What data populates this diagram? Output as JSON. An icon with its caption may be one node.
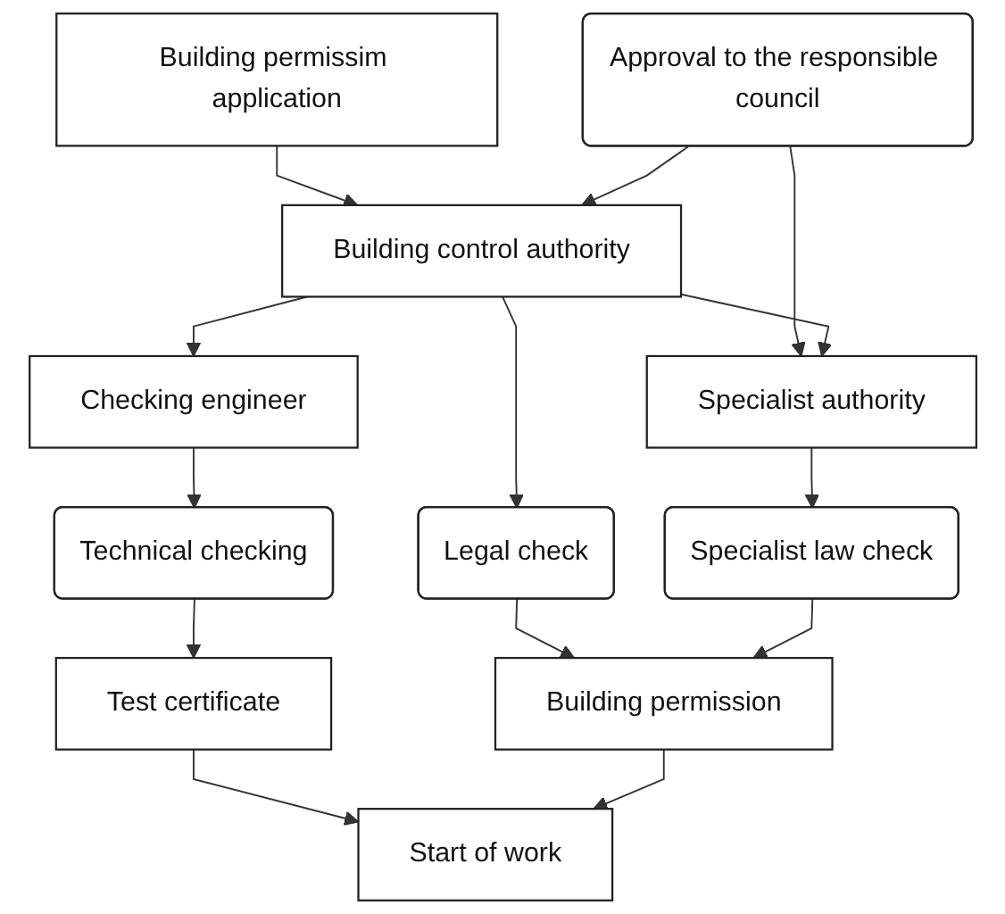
{
  "diagram": {
    "nodes": [
      {
        "text": [
          "Building permissim application"
        ]
      },
      {
        "text": [
          "Building control authority"
        ]
      },
      {
        "text": [
          "Approval to the responsible council"
        ]
      },
      {
        "text": [
          "Checking engineer"
        ]
      },
      {
        "text": [
          "Specialist authority"
        ]
      },
      {
        "text": [
          "Technical checking"
        ]
      },
      {
        "text": [
          "Legal check"
        ]
      },
      {
        "text": [
          "Specialist law check"
        ]
      },
      {
        "text": [
          "Test certificate"
        ]
      },
      {
        "text": [
          "Building permission"
        ]
      },
      {
        "text": [
          "Start of work"
        ]
      }
    ],
    "edges": [
      {
        "from": 0,
        "to": 1,
        "arrow": "to"
      },
      {
        "from": 2,
        "to": 1,
        "arrow": "to"
      },
      {
        "from": 2,
        "to": 4,
        "arrow": "to"
      },
      {
        "from": 1,
        "to": 3,
        "arrow": "to"
      },
      {
        "from": 1,
        "to": 4,
        "arrow": "to"
      },
      {
        "from": 1,
        "to": 6,
        "arrow": "to"
      },
      {
        "from": 3,
        "to": 5,
        "arrow": "to"
      },
      {
        "from": 4,
        "to": 7,
        "arrow": "to"
      },
      {
        "from": 5,
        "to": 8,
        "arrow": "to"
      },
      {
        "from": 6,
        "to": 9,
        "arrow": "to"
      },
      {
        "from": 7,
        "to": 9,
        "arrow": "to"
      },
      {
        "from": 8,
        "to": 10,
        "arrow": "to"
      },
      {
        "from": 9,
        "to": 10,
        "arrow": "to"
      }
    ]
  }
}
